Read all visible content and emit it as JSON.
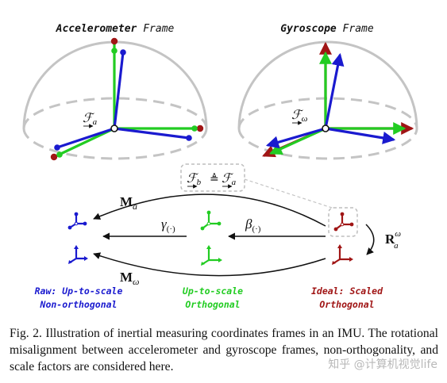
{
  "colors": {
    "blue": "#1a1acf",
    "green": "#22cc22",
    "red": "#a01515",
    "gray": "#c4c4c4"
  },
  "figure": {
    "accel_title_bold": "Accelerometer",
    "accel_title_rest": " Frame",
    "gyro_title_bold": "Gyroscope",
    "gyro_title_rest": " Frame",
    "accel_frame_sub": "a",
    "gyro_frame_sub": "ω",
    "top_box_left_sub": "b",
    "top_box_right_sub": "a",
    "m_a_label": "M",
    "m_a_sub": "a",
    "m_w_label": "M",
    "m_w_sub": "ω",
    "gamma_label": "γ",
    "gamma_sub": "(·)",
    "beta_label": "β",
    "beta_sub": "(·)",
    "r_label": "R",
    "r_sup": "ω",
    "r_sub": "a",
    "raw_line1": "Raw: Up-to-scale",
    "raw_line2": "Non-orthogonal",
    "up_line1": "Up-to-scale",
    "up_line2": "Orthogonal",
    "ideal_line1": "Ideal: Scaled",
    "ideal_line2": "Orthogonal"
  },
  "caption": {
    "text": "Fig. 2.  Illustration of inertial measuring coordinates frames in an IMU. The rotational misalignment between accelerometer and gyroscope frames, non-orthogonality, and scale factors are considered here."
  },
  "watermark": "知乎 @计算机视觉life"
}
